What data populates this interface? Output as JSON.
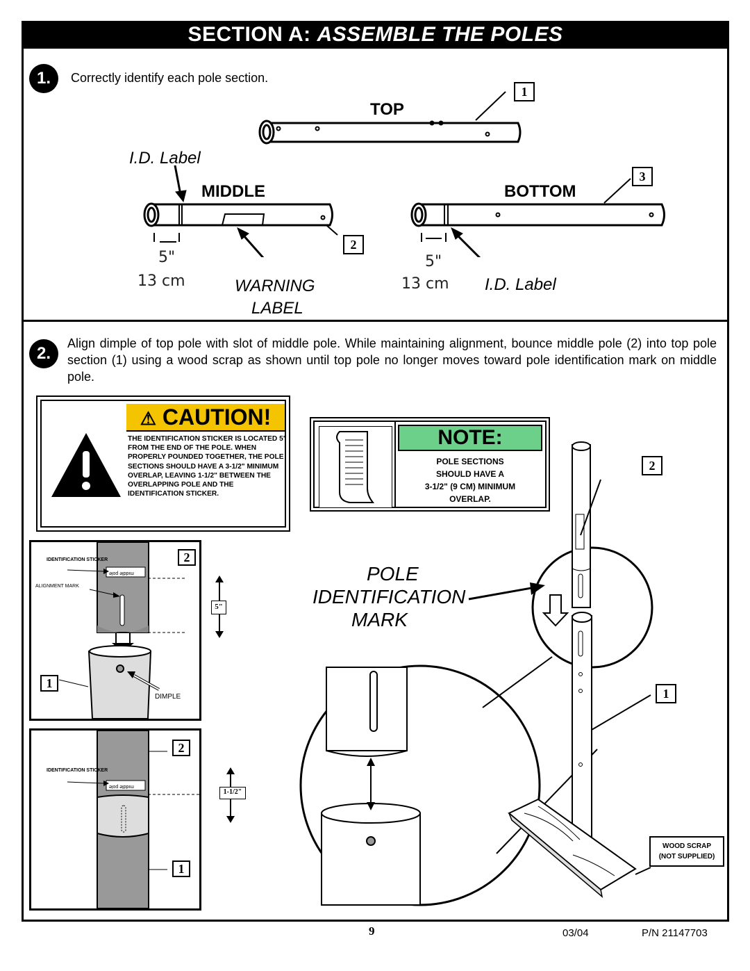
{
  "header": {
    "prefix": "SECTION A: ",
    "title": "ASSEMBLE THE POLES"
  },
  "step1": {
    "number": "1.",
    "instruction": "Correctly identify each pole section.",
    "top_label": "TOP",
    "middle_label": "MIDDLE",
    "bottom_label": "BOTTOM",
    "id_label_left": "I.D. Label",
    "id_label_right": "I.D. Label",
    "warning_label_1": "WARNING",
    "warning_label_2": "LABEL",
    "measure_in_left": "5\"",
    "measure_cm_left": "13 cm",
    "measure_in_right": "5\"",
    "measure_cm_right": "13 cm",
    "callout_top": "1",
    "callout_middle": "2",
    "callout_bottom": "3"
  },
  "step2": {
    "number": "2.",
    "instruction": "Align dimple of top pole with slot of middle pole. While maintaining alignment, bounce middle pole (2) into top pole section (1) using a wood scrap as shown until top pole no longer moves toward pole identification mark on middle pole."
  },
  "caution": {
    "title": "CAUTION!",
    "text": "THE IDENTIFICATION STICKER IS LOCATED 5\" FROM THE END OF THE POLE. WHEN PROPERLY POUNDED TOGETHER, THE POLE SECTIONS SHOULD HAVE A 3-1/2\" MINIMUM OVERLAP, LEAVING 1-1/2\" BETWEEN THE OVERLAPPING POLE AND THE IDENTIFICATION STICKER."
  },
  "note": {
    "title": "NOTE:",
    "line1": "POLE SECTIONS",
    "line2": "SHOULD HAVE A",
    "line3": "3-1/2\" (9 CM) MINIMUM",
    "line4": "OVERLAP."
  },
  "detail_upper": {
    "id_sticker": "IDENTIFICATION STICKER",
    "alignment_mark": "ALIGNMENT MARK",
    "sticker_text": "middle pole",
    "dimple": "DIMPLE",
    "measure": "5\"",
    "callout_a": "2",
    "callout_b": "1"
  },
  "detail_lower": {
    "id_sticker": "IDENTIFICATION STICKER",
    "sticker_text": "middle pole",
    "measure": "1-1/2\"",
    "callout_a": "2",
    "callout_b": "1"
  },
  "assembly": {
    "pole_id_1": "POLE",
    "pole_id_2": "IDENTIFICATION",
    "pole_id_3": "MARK",
    "callout_top": "2",
    "callout_bottom": "1",
    "wood_scrap_1": "WOOD SCRAP",
    "wood_scrap_2": "(NOT SUPPLIED)"
  },
  "footer": {
    "page": "9",
    "date": "03/04",
    "part_number": "P/N 21147703"
  }
}
